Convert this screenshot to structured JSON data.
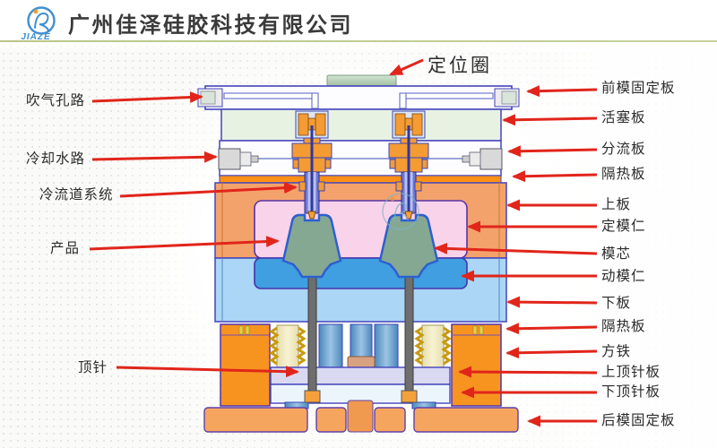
{
  "header": {
    "company": "广州佳泽硅胶科技有限公司",
    "logo_text": "JIAZE",
    "accent_green": "#b9c787",
    "logo_blue": "#3f8fd0"
  },
  "diagram": {
    "top_label": {
      "text": "定位圈"
    },
    "left_labels": [
      {
        "text": "吹气孔路"
      },
      {
        "text": "冷却水路"
      },
      {
        "text": "冷流道系统"
      },
      {
        "text": "产品"
      },
      {
        "text": "顶针"
      }
    ],
    "right_labels": [
      {
        "text": "前模固定板"
      },
      {
        "text": "活塞板"
      },
      {
        "text": "分流板"
      },
      {
        "text": "隔热板"
      },
      {
        "text": "上板"
      },
      {
        "text": "定模仁"
      },
      {
        "text": "模芯"
      },
      {
        "text": "动模仁"
      },
      {
        "text": "下板"
      },
      {
        "text": "隔热板"
      },
      {
        "text": "方铁"
      },
      {
        "text": "上顶针板"
      },
      {
        "text": "下顶针板"
      },
      {
        "text": "后模固定板"
      }
    ],
    "colors": {
      "arrow_red": "#e1251b",
      "outline_blue": "#4444bb",
      "plate_orange": "#f79420",
      "base_orange": "#f6a55f",
      "plate_salmon": "#f4a26b",
      "insulation_orange": "#ff9015",
      "cavity_pink": "#f9d3e9",
      "core_blue": "#3f9fe0",
      "lower_blue": "#abd6f5",
      "piston_green": "#e7f2e3",
      "product_green": "#85a893",
      "ejector_lavender": "#d9d9f2",
      "ejector_pale": "#ecf5fc",
      "ring_green": "#b9d6ba",
      "pin_gray": "#6e6e6e"
    }
  }
}
